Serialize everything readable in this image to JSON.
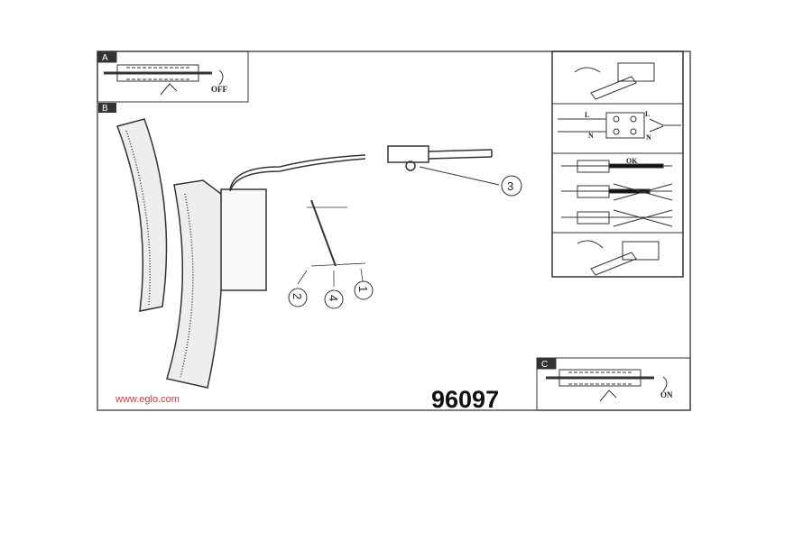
{
  "panels": {
    "a": {
      "label": "A",
      "action": "OFF"
    },
    "b": {
      "label": "B"
    },
    "c": {
      "label": "C",
      "action": "ON"
    }
  },
  "wiring": {
    "live_left": "L",
    "neutral_left": "N",
    "live_right": "L",
    "neutral_right": "N",
    "ok": "OK"
  },
  "parts": [
    "1",
    "2",
    "3",
    "4"
  ],
  "footer": {
    "website": "www.eglo.com",
    "model": "96097"
  },
  "colors": {
    "website": "#d0393f",
    "ink": "#222222"
  }
}
